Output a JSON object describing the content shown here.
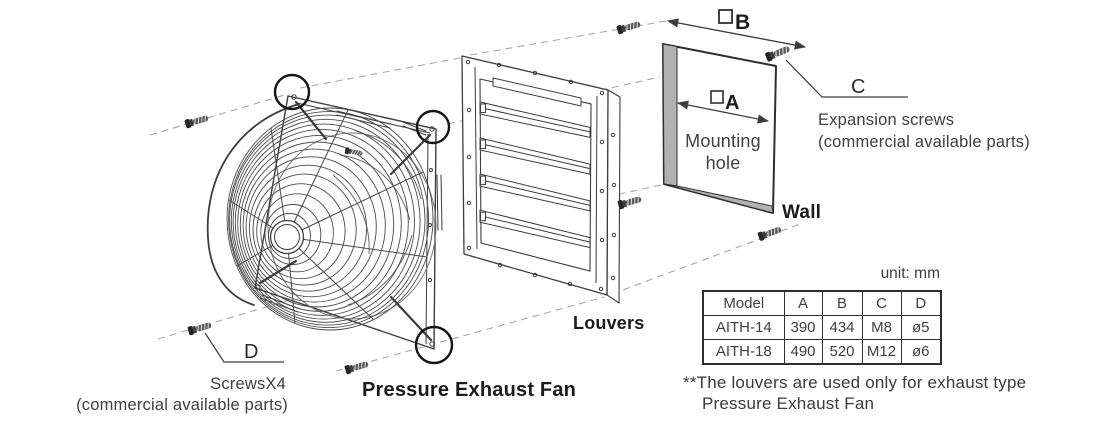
{
  "labels": {
    "dim_b": "B",
    "dim_a": "A",
    "mounting_1": "Mounting",
    "mounting_2": "hole",
    "wall": "Wall",
    "ref_c": "C",
    "expansion_1": "Expansion screws",
    "expansion_2": "(commercial available parts)",
    "ref_d": "D",
    "screws_1": "ScrewsX4",
    "screws_2": "(commercial available parts)",
    "louvers": "Louvers",
    "fan": "Pressure Exhaust Fan"
  },
  "spec_table": {
    "unit": "unit: mm",
    "header": [
      "Model",
      "A",
      "B",
      "C",
      "D"
    ],
    "rows": [
      [
        "AITH-14",
        "390",
        "434",
        "M8",
        "ø5"
      ],
      [
        "AITH-18",
        "490",
        "520",
        "M12",
        "ø6"
      ]
    ]
  },
  "note": {
    "line1": "**The louvers are used only for exhaust type",
    "line2": "Pressure Exhaust Fan"
  },
  "colors": {
    "line": "#3c3c3c",
    "dashed": "#a8a8a8",
    "wall_shade": "#b1b1b1",
    "callout": "#141414",
    "text": "#3f3f3f",
    "bold_text": "#1b1b1b"
  }
}
